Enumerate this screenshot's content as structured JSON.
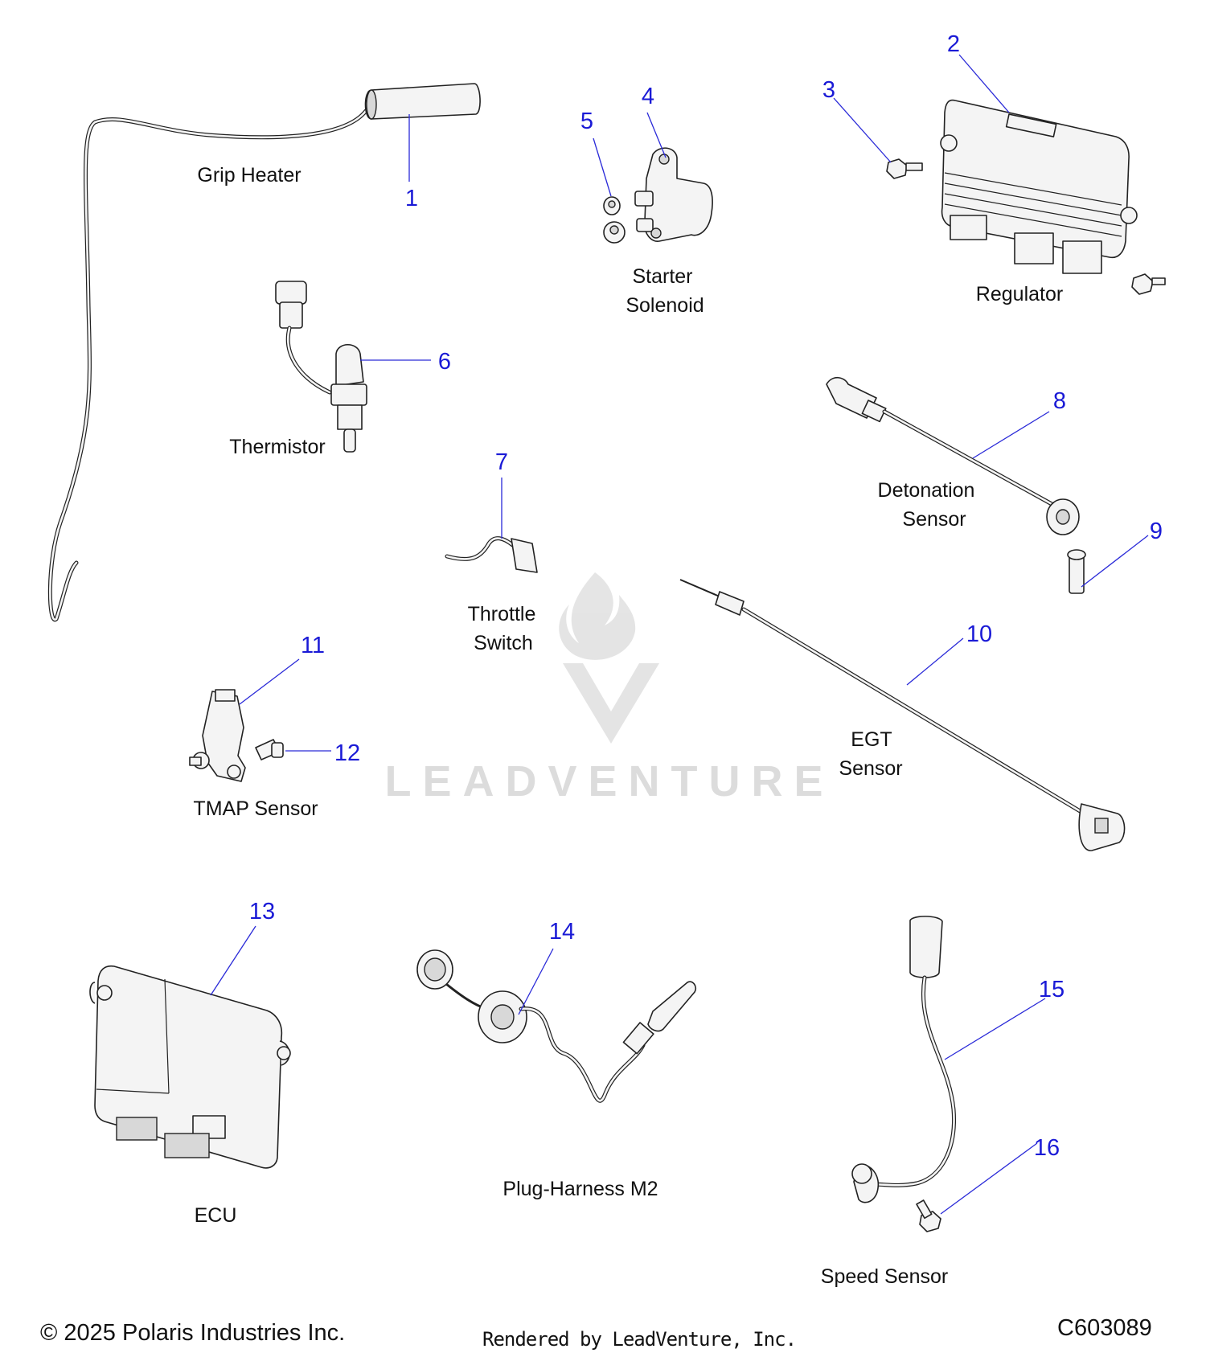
{
  "watermark": "LEADVENTURE",
  "parts": [
    {
      "id": "grip-heater",
      "label": "Grip Heater"
    },
    {
      "id": "starter-solenoid",
      "label_lines": [
        "Starter",
        "Solenoid"
      ]
    },
    {
      "id": "regulator",
      "label": "Regulator"
    },
    {
      "id": "thermistor",
      "label": "Thermistor"
    },
    {
      "id": "detonation-sensor",
      "label_lines": [
        "Detonation",
        "Sensor"
      ]
    },
    {
      "id": "throttle-switch",
      "label_lines": [
        "Throttle",
        "Switch"
      ]
    },
    {
      "id": "tmap-sensor",
      "label": "TMAP Sensor"
    },
    {
      "id": "egt-sensor",
      "label_lines": [
        "EGT",
        "Sensor"
      ]
    },
    {
      "id": "ecu",
      "label": "ECU"
    },
    {
      "id": "plug-harness",
      "label": "Plug-Harness M2"
    },
    {
      "id": "speed-sensor",
      "label": "Speed Sensor"
    }
  ],
  "callouts": [
    "1",
    "2",
    "3",
    "4",
    "5",
    "6",
    "7",
    "8",
    "9",
    "10",
    "11",
    "12",
    "13",
    "14",
    "15",
    "16"
  ],
  "footer": {
    "copyright": "© 2025 Polaris Industries Inc.",
    "rendered_by": "Rendered by LeadVenture, Inc.",
    "diagram_code": "C603089"
  },
  "colors": {
    "callout": "#1a1ad6",
    "label": "#111111",
    "watermark": "#d9d9d9"
  }
}
